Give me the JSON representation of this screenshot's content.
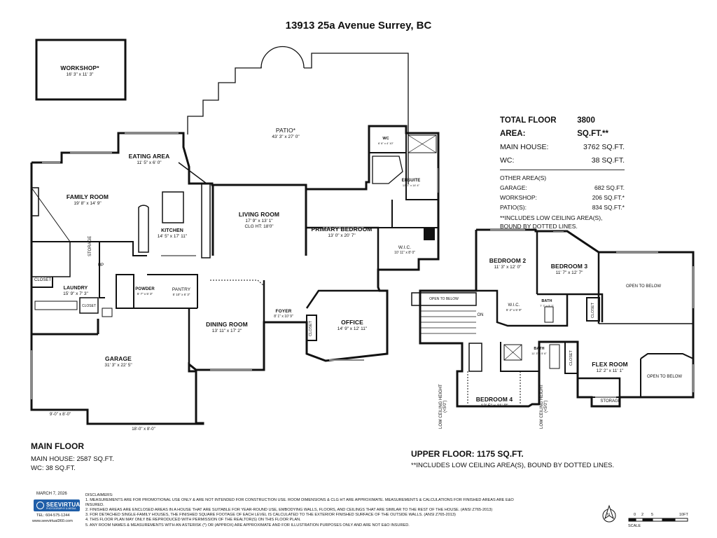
{
  "title": "13913 25a Avenue Surrey, BC",
  "rooms": {
    "workshop": {
      "name": "WORKSHOP*",
      "dim": "16' 3\" x 11' 3\""
    },
    "patio": {
      "name": "PATIO*",
      "dim": "43' 3\" x 27' 0\""
    },
    "eating": {
      "name": "EATING AREA",
      "dim": "11' 5\" x 6' 0\""
    },
    "family": {
      "name": "FAMILY ROOM",
      "dim": "19' 8\" x 14' 9\""
    },
    "kitchen": {
      "name": "KITCHEN",
      "dim": "14' 5\" x 17' 11\""
    },
    "living": {
      "name": "LIVING ROOM",
      "dim": "17' 9\" x 13' 1\"",
      "extra": "CLG HT: 18'0\""
    },
    "primary": {
      "name": "PRIMARY BEDROOM",
      "dim": "13' 0\" x 20' 7\""
    },
    "wc": {
      "name": "WC",
      "dim": "6' 6\" x 4' 10\""
    },
    "ensuite": {
      "name": "ENSUITE",
      "dim": "12' 1\" x 14' 4\""
    },
    "wic1": {
      "name": "W.I.C.",
      "dim": "10' 11\" x 8' 0\""
    },
    "storage1": {
      "name": "STORAGE"
    },
    "up": {
      "name": "UP"
    },
    "closet1": {
      "name": "CLOSET"
    },
    "laundry": {
      "name": "LAUNDRY",
      "dim": "15' 9\" x 7' 3\""
    },
    "closet2": {
      "name": "CLOSET"
    },
    "powder": {
      "name": "POWDER",
      "dim": "5' 7\" x 5' 3\""
    },
    "pantry": {
      "name": "PANTRY",
      "dim": "5' 10\" x 6' 3\""
    },
    "foyer": {
      "name": "FOYER",
      "dim": "8' 1\" x 10' 9\""
    },
    "closet3": {
      "name": "CLOSET"
    },
    "dining": {
      "name": "DINING ROOM",
      "dim": "13' 11\" x 17' 2\""
    },
    "office": {
      "name": "OFFICE",
      "dim": "14' 9\" x 12' 11\""
    },
    "garage": {
      "name": "GARAGE",
      "dim": "31' 3\" x 22' 5\""
    },
    "door1": {
      "dim": "9'-0\" x 8'-0\""
    },
    "door2": {
      "dim": "18'-0\" x 8'-0\""
    },
    "bed2": {
      "name": "BEDROOM 2",
      "dim": "11' 3\" x 12' 0\""
    },
    "bed3": {
      "name": "BEDROOM 3",
      "dim": "11' 7\" x 12' 7\""
    },
    "otb1": {
      "name": "OPEN TO BELOW"
    },
    "otb2": {
      "name": "OPEN TO BELOW"
    },
    "otb3": {
      "name": "OPEN TO BELOW"
    },
    "on": {
      "name": "ON"
    },
    "wic2": {
      "name": "W.I.C.",
      "dim": "5' 2\" x 5' 9\""
    },
    "bath1": {
      "name": "BATH",
      "dim": "7' 7\" x 5' 2\""
    },
    "closet4": {
      "name": "CLOSET"
    },
    "bath2": {
      "name": "BATH",
      "dim": "11' 3\" x 5' 6\""
    },
    "closet5": {
      "name": "CLOSET"
    },
    "flex": {
      "name": "FLEX ROOM",
      "dim": "12' 2\" x 11' 1\""
    },
    "storage2": {
      "name": "STORAGE"
    },
    "bed4": {
      "name": "BEDROOM 4",
      "dim": "13' 5\" x 11' 9\""
    },
    "lowceil1": {
      "l1": "LOW CEILING HEIGHT",
      "l2": "(<5'0\")"
    },
    "lowceil2": {
      "l1": "LOW CEILING HEIGHT",
      "l2": "(<5'0\")"
    }
  },
  "areas": {
    "total_label": "TOTAL FLOOR AREA:",
    "total_value": "3800 SQ.FT.**",
    "main_label": "MAIN HOUSE:",
    "main_value": "3762 SQ.FT.",
    "wc_label": "WC:",
    "wc_value": "38 SQ.FT.",
    "other_label": "OTHER AREA(S)",
    "garage_label": "GARAGE:",
    "garage_value": "682 SQ.FT.",
    "workshop_label": "WORKSHOP:",
    "workshop_value": "206 SQ.FT.*",
    "patio_label": "PATIO(S):",
    "patio_value": "834 SQ.FT.*",
    "note1": "**INCLUDES LOW CEILING AREA(S),",
    "note2": "BOUND BY DOTTED LINES."
  },
  "main_floor": {
    "title": "MAIN FLOOR",
    "line1": "MAIN HOUSE: 2587 SQ.FT.",
    "line2": "WC: 38 SQ.FT."
  },
  "upper_floor": {
    "title": "UPPER FLOOR: 1175 SQ.FT.",
    "note": "**INCLUDES LOW CEILING AREA(S), BOUND BY DOTTED LINES."
  },
  "footer": {
    "date": "MARCH 7, 2026",
    "logo_text": "SEEVIRTUAL",
    "logo_sub": "PHOTOGRAPHY & MEDIA",
    "tel": "TEL: 604-575-1244",
    "web": "www.seevirtual360.com",
    "disclaimers_title": "DISCLAIMERS:",
    "disclaimers": [
      "1. MEASUREMENTS ARE FOR PROMOTIONAL USE ONLY & ARE NOT INTENDED FOR CONSTRUCTION USE. ROOM DIMENSIONS & CLG HT ARE APPROXIMATE. MEASUREMENTS & CALCULATIONS FOR FINISHED AREAS ARE E&O INSURED.",
      "2. FINISHED AREAS ARE ENCLOSED AREAS IN A HOUSE THAT ARE SUITABLE FOR YEAR-ROUND USE, EMBODYING WALLS, FLOORS, AND CEILINGS THAT ARE SIMILAR TO THE REST OF THE HOUSE. (ANSI Z765-2013)",
      "3. FOR DETACHED SINGLE-FAMILY HOUSES, THE FINISHED SQUARE FOOTAGE OF EACH LEVEL IS CALCULATED TO THE EXTERIOR FINISHED SURFACE OF THE OUTSIDE WALLS. (ANSI Z765-2013)",
      "4. THIS FLOOR PLAN MAY ONLY BE REPRODUCED WITH PERMISSION OF THE REALTOR(S) ON THIS FLOOR PLAN.",
      "5. ANY ROOM NAMES & MEASUREMENTS WITH AN ASTERISK (*) OR (APPROX) ARE APPROXIMATE AND FOR ILLUSTRATION PURPOSES ONLY AND ARE NOT E&O INSURED."
    ],
    "north": "N",
    "scale_ticks": [
      "0",
      "2",
      "5",
      "10FT"
    ],
    "scale_label": "SCALE"
  }
}
